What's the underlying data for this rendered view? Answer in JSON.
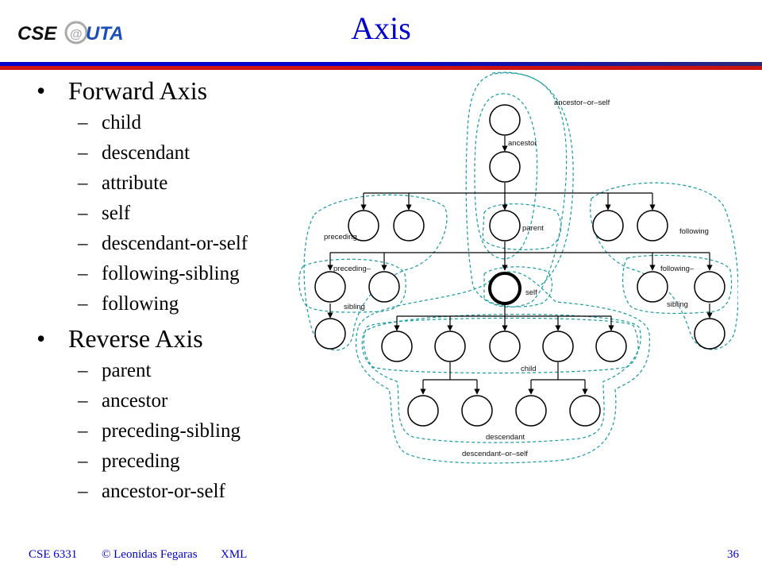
{
  "header": {
    "logo_text": "CSE@UTA",
    "title": "Axis",
    "colors": {
      "title": "#0000cc",
      "rule_blue": "#0000cc",
      "rule_red": "#cc1111",
      "diagram_lines": "#1a9aa0"
    }
  },
  "forward": {
    "heading": "Forward Axis",
    "items": [
      "child",
      "descendant",
      "attribute",
      "self",
      "descendant-or-self",
      "following-sibling",
      "following"
    ]
  },
  "reverse": {
    "heading": "Reverse Axis",
    "items": [
      "parent",
      "ancestor",
      "preceding-sibling",
      "preceding",
      "ancestor-or-self"
    ]
  },
  "diagram": {
    "labels": {
      "ancestor_or_self": "ancestor–or–self",
      "ancestor": "ancestor",
      "parent": "parent",
      "self": "self",
      "preceding": "preceding",
      "preceding_sibling_1": "preceding–",
      "preceding_sibling_2": "sibling",
      "following": "following",
      "following_sibling_1": "following–",
      "following_sibling_2": "sibling",
      "child": "child",
      "descendant": "descendant",
      "descendant_or_self": "descendant–or–self"
    }
  },
  "footer": {
    "course": "CSE 6331",
    "author": "© Leonidas Fegaras",
    "topic": "XML",
    "page": "36"
  }
}
